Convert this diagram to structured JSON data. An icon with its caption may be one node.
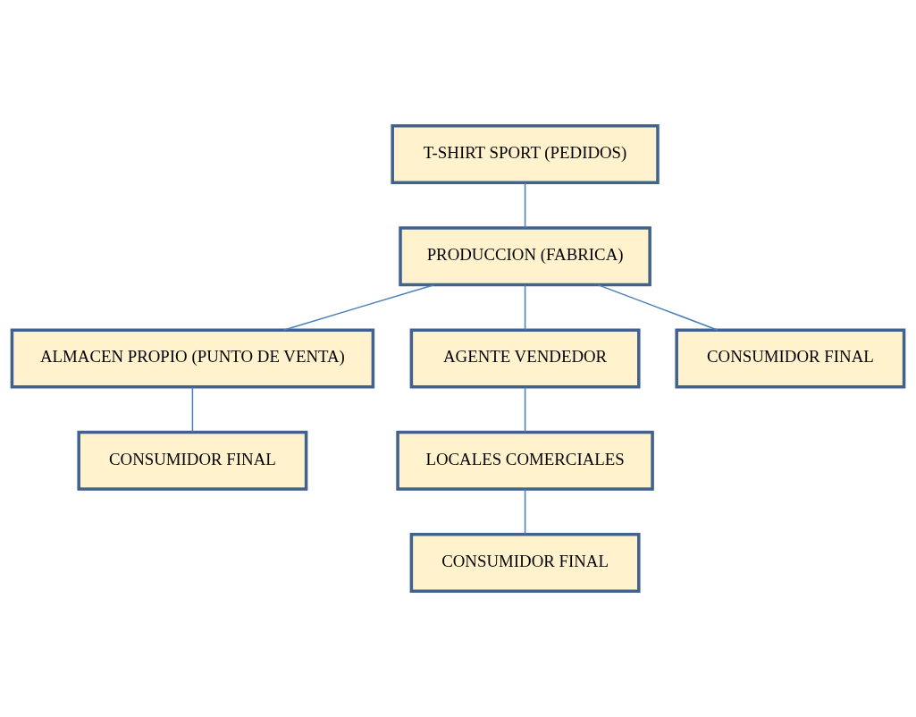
{
  "diagram": {
    "nodes": [
      {
        "text": [
          "T-SHIRT SPORT (PEDIDOS)"
        ]
      },
      {
        "text": [
          "PRODUCCION (FABRICA)"
        ]
      },
      {
        "text": [
          "ALMACEN PROPIO (PUNTO DE VENTA)"
        ]
      },
      {
        "text": [
          "AGENTE VENDEDOR"
        ]
      },
      {
        "text": [
          "CONSUMIDOR FINAL"
        ]
      },
      {
        "text": [
          "CONSUMIDOR FINAL"
        ]
      },
      {
        "text": [
          "LOCALES COMERCIALES"
        ]
      },
      {
        "text": [
          "CONSUMIDOR FINAL"
        ]
      }
    ],
    "edges": [
      {
        "from": 0,
        "to": 1,
        "arrow": "none"
      },
      {
        "from": 1,
        "to": 2,
        "arrow": "none"
      },
      {
        "from": 1,
        "to": 3,
        "arrow": "none"
      },
      {
        "from": 1,
        "to": 4,
        "arrow": "none"
      },
      {
        "from": 2,
        "to": 5,
        "arrow": "none"
      },
      {
        "from": 3,
        "to": 6,
        "arrow": "none"
      },
      {
        "from": 6,
        "to": 7,
        "arrow": "none"
      }
    ]
  }
}
